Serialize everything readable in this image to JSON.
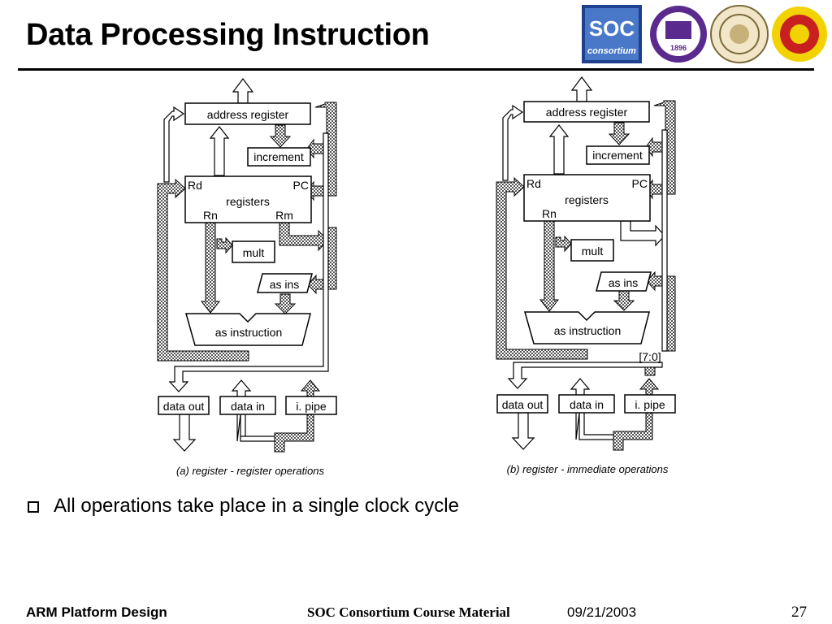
{
  "slide": {
    "title": "Data Processing Instruction",
    "bullet": "All operations take place in a single clock cycle"
  },
  "logos": {
    "soc_top": "SOC",
    "soc_sub": "consortium",
    "seal_text": "1896"
  },
  "diagram_a": {
    "address_register": "address register",
    "increment": "increment",
    "rd": "Rd",
    "pc": "PC",
    "registers": "registers",
    "rn": "Rn",
    "rm": "Rm",
    "mult": "mult",
    "as_ins": "as ins",
    "as_instruction": "as instruction",
    "data_out": "data out",
    "data_in": "data in",
    "i_pipe": "i. pipe",
    "caption": "(a) register - register operations"
  },
  "diagram_b": {
    "address_register": "address register",
    "increment": "increment",
    "rd": "Rd",
    "pc": "PC",
    "registers": "registers",
    "rn": "Rn",
    "mult": "mult",
    "as_ins": "as ins",
    "as_instruction": "as instruction",
    "imm_field": "[7:0]",
    "data_out": "data out",
    "data_in": "data in",
    "i_pipe": "i. pipe",
    "caption": "(b) register - immediate operations"
  },
  "footer": {
    "left": "ARM Platform Design",
    "middle": "SOC Consortium Course Material",
    "date": "09/21/2003",
    "page": "27"
  }
}
